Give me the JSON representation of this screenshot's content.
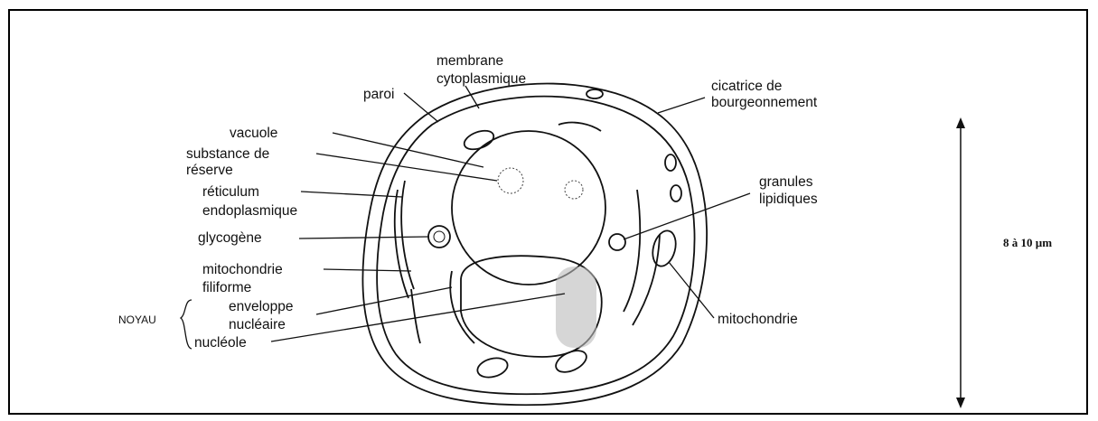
{
  "labels": {
    "membrane_1": "membrane",
    "membrane_2": "cytoplasmique",
    "paroi": "paroi",
    "cicatrice_1": "cicatrice de",
    "cicatrice_2": "bourgeonnement",
    "vacuole": "vacuole",
    "substance_1": "substance de",
    "substance_2": "réserve",
    "reticulum_1": "réticulum",
    "reticulum_2": "endoplasmique",
    "glycogene": "glycogène",
    "mito_fili_1": "mitochondrie",
    "mito_fili_2": "filiforme",
    "noyau": "NOYAU",
    "enveloppe_1": "enveloppe",
    "enveloppe_2": "nucléaire",
    "nucleole": "nucléole",
    "granules_1": "granules",
    "granules_2": "lipidiques",
    "mitochondrie": "mitochondrie"
  },
  "scale_bar": {
    "label": "8 à 10 µm"
  }
}
